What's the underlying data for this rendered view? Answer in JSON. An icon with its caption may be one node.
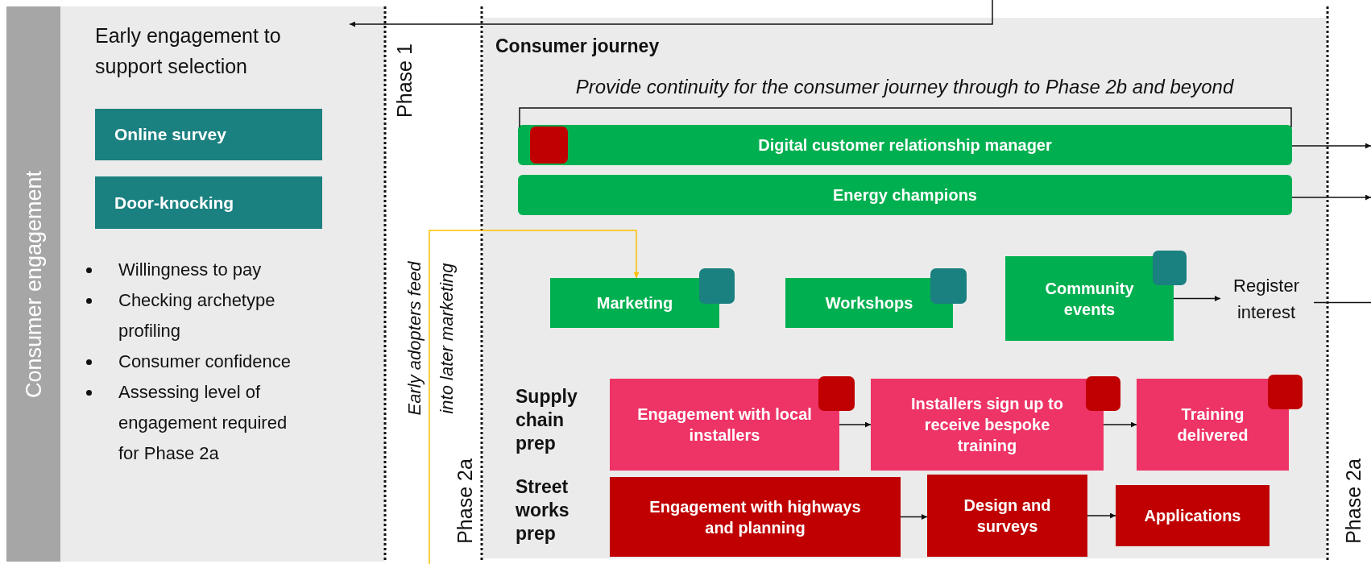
{
  "diagram": {
    "nodes": [
      {
        "text": [
          "Consumer engagement"
        ]
      },
      {
        "text": [
          "Early engagement to support selection"
        ]
      },
      {
        "text": [
          "Online survey"
        ]
      },
      {
        "text": [
          "Door-knocking"
        ]
      },
      {
        "text": [
          "Consumer journey",
          "Provide continuity for the consumer journey through to Phase 2b and beyond"
        ]
      },
      {
        "text": [
          "Digital customer relationship manager"
        ],
        "in": 4
      },
      {
        "text": [
          "Energy champions"
        ],
        "in": 4
      },
      {
        "text": [
          "Marketing"
        ],
        "in": 4
      },
      {
        "text": [
          "Workshops"
        ],
        "in": 4
      },
      {
        "text": [
          "Community events"
        ],
        "in": 4
      },
      {
        "text": [
          "Register interest"
        ],
        "in": 4
      },
      {
        "text": [
          "Engagement with local installers"
        ],
        "in": 4
      },
      {
        "text": [
          "Installers sign up to receive bespoke training"
        ],
        "in": 4
      },
      {
        "text": [
          "Training delivered"
        ],
        "in": 4
      },
      {
        "text": [
          "Engagement with highways and planning"
        ],
        "in": 4
      },
      {
        "text": [
          "Design and surveys"
        ],
        "in": 4
      },
      {
        "text": [
          "Applications"
        ],
        "in": 4
      }
    ],
    "edges": [
      {
        "from": null,
        "to": 1,
        "arrow": "to"
      },
      {
        "from": null,
        "to": 7,
        "arrow": "to",
        "color": "#ffc000"
      },
      {
        "from": 5,
        "to": null,
        "arrow": "to"
      },
      {
        "from": 6,
        "to": null,
        "arrow": "to"
      },
      {
        "from": 9,
        "to": 10,
        "arrow": "to"
      },
      {
        "from": 10,
        "to": null,
        "arrow": "none"
      },
      {
        "from": 11,
        "to": 12,
        "arrow": "to"
      },
      {
        "from": 12,
        "to": 13,
        "arrow": "to"
      },
      {
        "from": 14,
        "to": 15,
        "arrow": "to"
      },
      {
        "from": 15,
        "to": 16,
        "arrow": "to"
      }
    ],
    "labels": [
      "Willingness to pay",
      "Checking archetype profiling",
      "Consumer confidence",
      "Assessing level of engagement required for Phase 2a",
      "Phase 1",
      "Early adopters feed into later marketing",
      "Phase 2a",
      "Supply chain prep",
      "Street works prep",
      "Phase 2a"
    ]
  }
}
